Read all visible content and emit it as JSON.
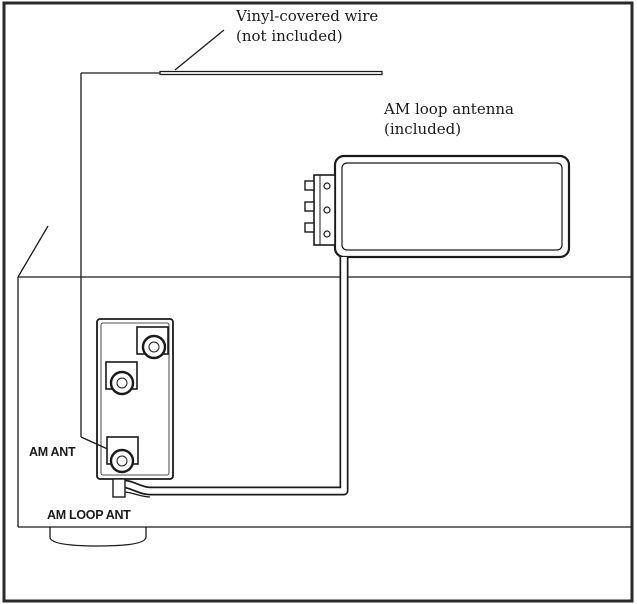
{
  "labels": {
    "vinyl_wire_line1": "Vinyl-covered wire",
    "vinyl_wire_line2": "(not included)",
    "loop_antenna_line1": "AM loop antenna",
    "loop_antenna_line2": "(included)",
    "am_ant": "AM ANT",
    "am_loop_ant": "AM LOOP ANT"
  },
  "colors": {
    "line": "#1a1a1a",
    "frame": "#2a2a2a",
    "background": "#ffffff"
  }
}
